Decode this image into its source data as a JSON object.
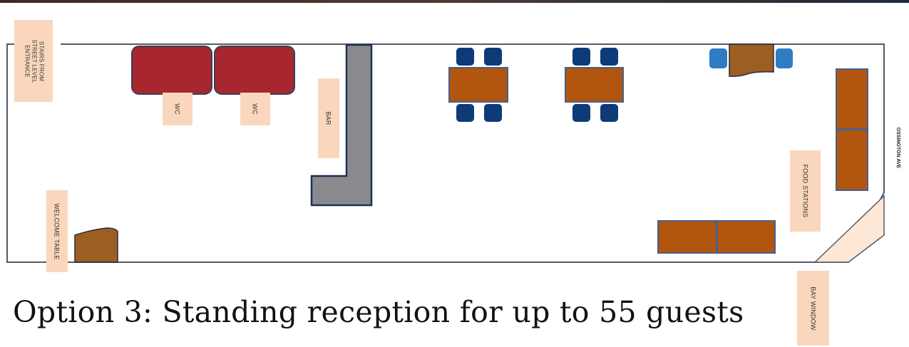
{
  "caption": "Option 3: Standing reception for up to 55 guests",
  "labels": {
    "stairs": "STAIRS FROM\nSTREET LEVEL\nENTRANCE",
    "wc_1": "WC",
    "wc_2": "WC",
    "bar": "BAR",
    "welcome_table": "WELCOME TABLE",
    "food_stations": "FOOD STATIONS",
    "bay_window": "BAY WINDOW",
    "street": "OSSINGTON AVE"
  },
  "colors": {
    "wall": "#555a66",
    "wc_fill": "#a8262e",
    "bar_fill": "#8a8a8e",
    "table_fill": "#b2550e",
    "chair_fill": "#0e3a78",
    "light_chair_fill": "#2f7cc2",
    "label_bg": "#fad7bc",
    "welcome_fill": "#9b5f22"
  }
}
